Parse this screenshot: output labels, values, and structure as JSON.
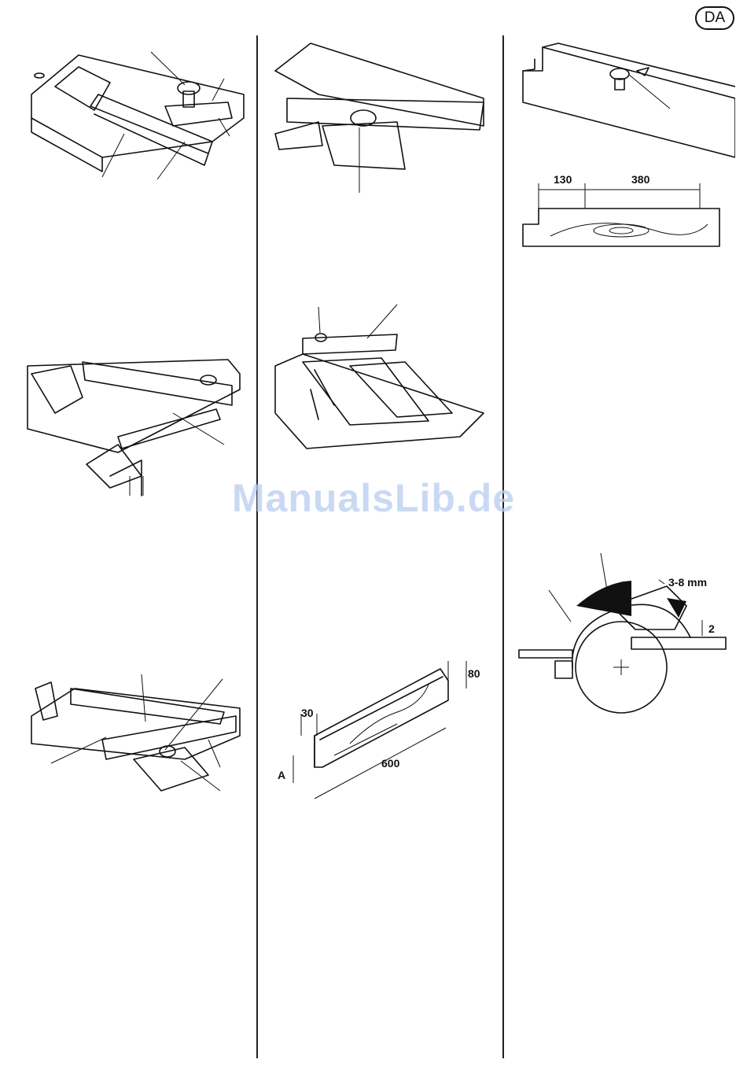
{
  "page": {
    "language_badge": "DA",
    "watermark": "ManualsLib.de"
  },
  "figures": {
    "trim_diagram": {
      "left_dim": "130",
      "right_dim": "380"
    },
    "workpiece_diagram": {
      "thickness": "30",
      "height": "80",
      "length": "600",
      "offset_label": "A"
    },
    "blade_guard_diagram": {
      "gap_label": "3-8 mm",
      "height_label": "2"
    }
  }
}
